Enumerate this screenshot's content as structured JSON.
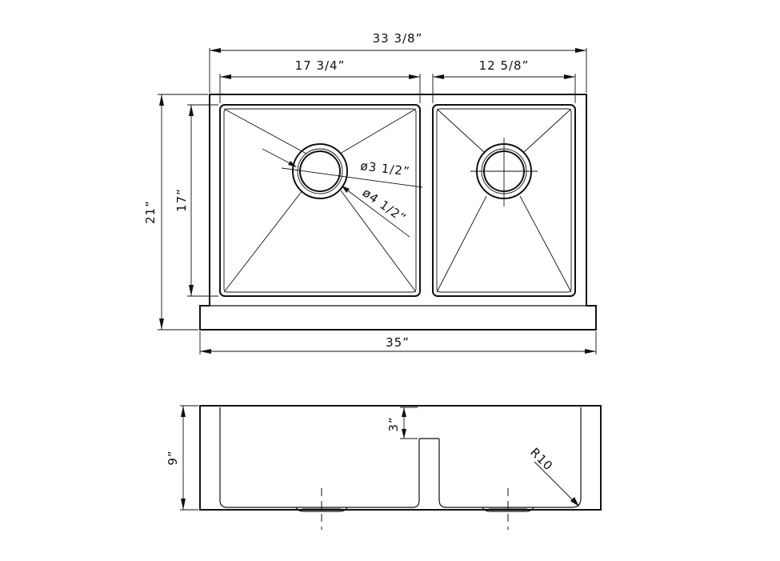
{
  "top_view": {
    "overall_width": "33 3/8”",
    "left_bowl_width": "17 3/4”",
    "right_bowl_width": "12 5/8”",
    "overall_depth": "21”",
    "bowl_depth": "17”",
    "apron_width": "35”",
    "drain_inner_diameter": "ø3 1/2”",
    "drain_outer_diameter": "ø4 1/2”"
  },
  "front_view": {
    "height": "9”",
    "divider_drop": "3”",
    "corner_radius": "R10"
  }
}
